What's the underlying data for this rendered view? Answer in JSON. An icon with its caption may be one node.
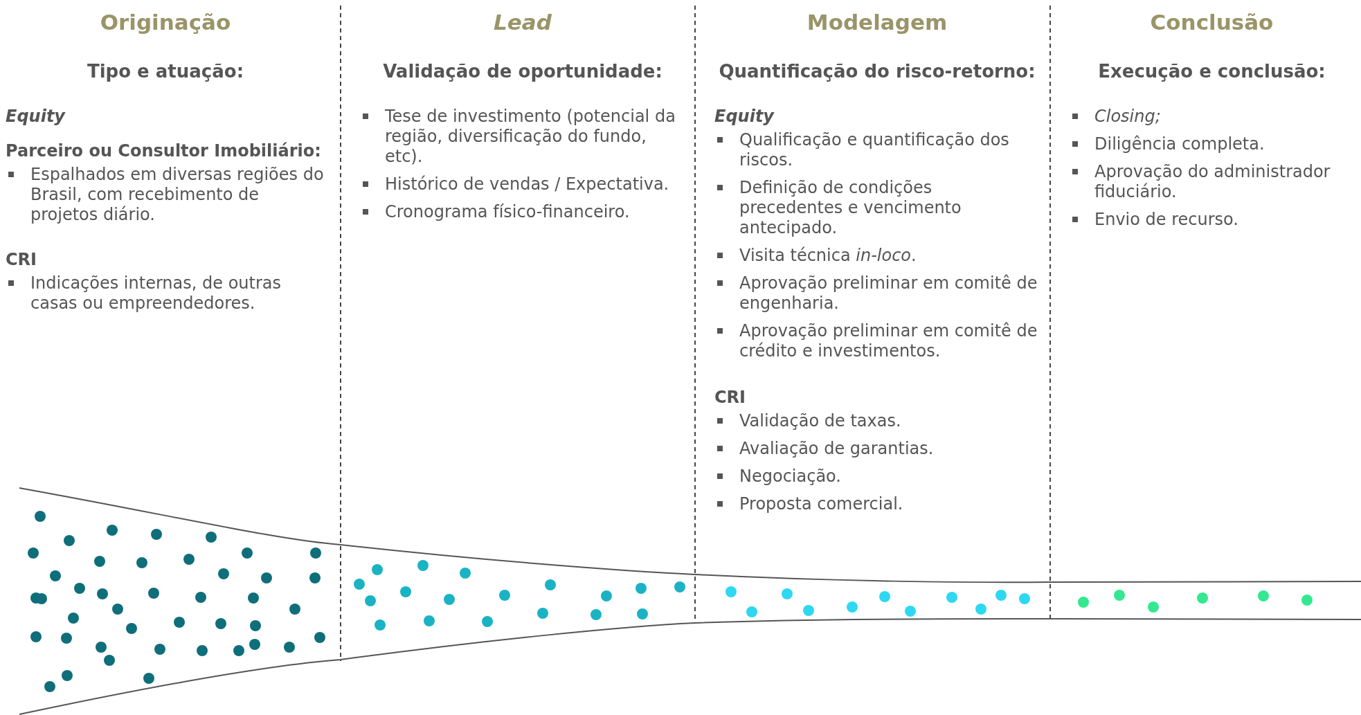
{
  "diagram": {
    "nodes": [
      {
        "text": [
          "Originação",
          "Tipo e atuação:"
        ]
      },
      {
        "text": [
          "Equity"
        ],
        "in": 0
      },
      {
        "text": [
          "Parceiro ou Consultor Imobiliário:"
        ],
        "in": 0
      },
      {
        "text": [
          "Espalhados em diversas regiões do Brasil, com recebimento de projetos diário."
        ],
        "in": 0
      },
      {
        "text": [
          "CRI"
        ],
        "in": 0
      },
      {
        "text": [
          "Indicações internas, de outras casas ou empreendedores."
        ],
        "in": 0
      },
      {
        "text": [
          "Lead",
          "Validação de oportunidade:"
        ]
      },
      {
        "text": [
          "Tese de investimento (potencial da região, diversificação do fundo, etc)."
        ],
        "in": 6
      },
      {
        "text": [
          "Histórico de vendas / Expectativa."
        ],
        "in": 6
      },
      {
        "text": [
          "Cronograma físico-financeiro."
        ],
        "in": 6
      },
      {
        "text": [
          "Modelagem",
          "Quantificação do risco-retorno:"
        ]
      },
      {
        "text": [
          "Equity"
        ],
        "in": 10
      },
      {
        "text": [
          "Qualificação e quantificação dos riscos."
        ],
        "in": 10
      },
      {
        "text": [
          "Definição de condições precedentes e vencimento antecipado."
        ],
        "in": 10
      },
      {
        "text": [
          "Visita técnica *in-loco*."
        ],
        "in": 10
      },
      {
        "text": [
          "Aprovação preliminar em comitê de engenharia."
        ],
        "in": 10
      },
      {
        "text": [
          "Aprovação preliminar em comitê de crédito e investimentos."
        ],
        "in": 10
      },
      {
        "text": [
          "CRI"
        ],
        "in": 10
      },
      {
        "text": [
          "Validação de taxas."
        ],
        "in": 10
      },
      {
        "text": [
          "Avaliação de garantias."
        ],
        "in": 10
      },
      {
        "text": [
          "Negociação."
        ],
        "in": 10
      },
      {
        "text": [
          "Proposta comercial."
        ],
        "in": 10
      },
      {
        "text": [
          "Conclusão",
          "Execução e conclusão:"
        ]
      },
      {
        "text": [
          "Closing;"
        ],
        "in": 22
      },
      {
        "text": [
          "Diligência completa."
        ],
        "in": 22
      },
      {
        "text": [
          "Aprovação do administrador fiduciário."
        ],
        "in": 22
      },
      {
        "text": [
          "Envio de recurso."
        ],
        "in": 22
      }
    ]
  }
}
